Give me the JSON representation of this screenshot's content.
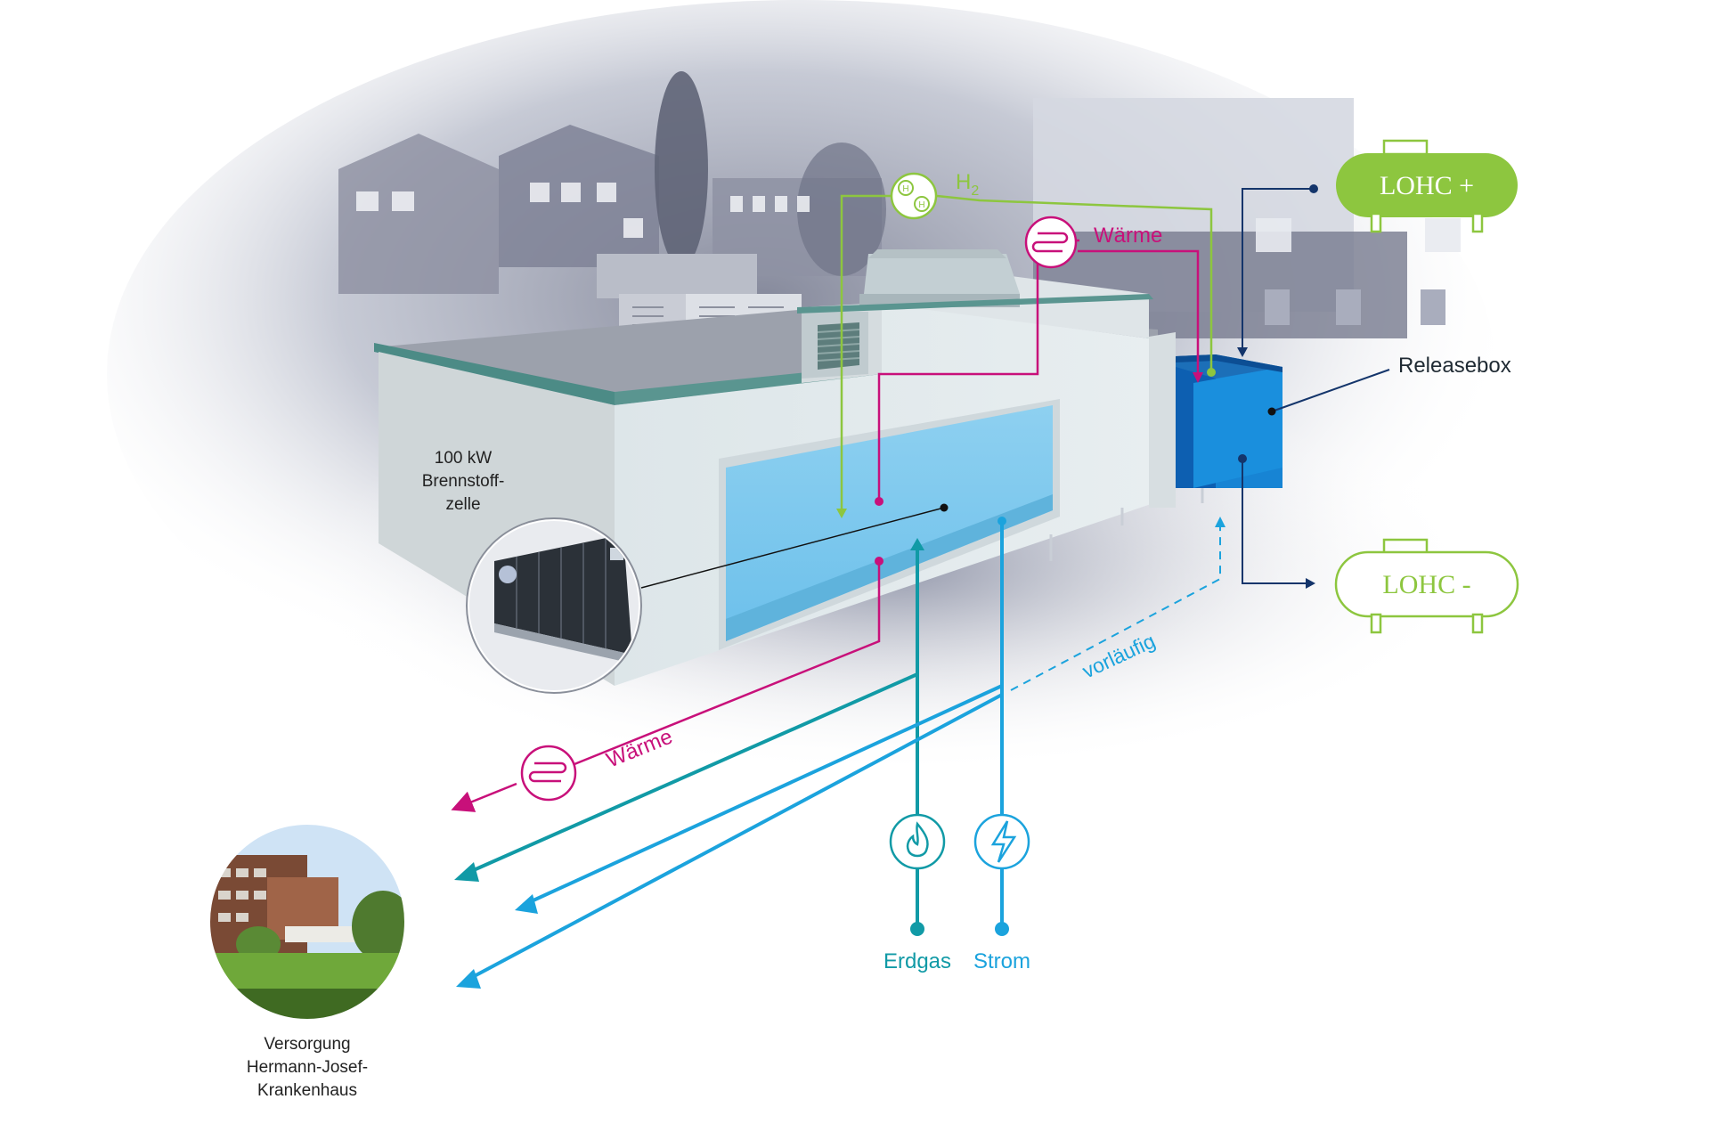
{
  "diagram": {
    "fuel_cell_label": [
      "100 kW",
      "Brennstoff-",
      "zelle"
    ],
    "releasebox_label": "Releasebox",
    "tank_full_label": "LOHC +",
    "tank_empty_label": "LOHC -",
    "h2_label_main": "H",
    "h2_label_sub": "2",
    "heat_label_top": "Wärme",
    "heat_label_bottom": "Wärme",
    "provisional_label": "vorläufig",
    "gas_label": "Erdgas",
    "power_label": "Strom",
    "hospital_caption": [
      "Versorgung",
      "Hermann-Josef-",
      "Krankenhaus"
    ]
  },
  "colors": {
    "h2_green": "#8dc63f",
    "heat_magenta": "#c8107a",
    "gas_teal": "#119aa6",
    "power_blue": "#1ba3dd",
    "box_blue": "#1784d4",
    "navy": "#14356b",
    "lohc_green": "#8dc63f"
  },
  "icons": {
    "h2": "hydrogen-molecule-icon",
    "heat": "heat-coil-icon",
    "gas": "flame-icon",
    "power": "lightning-icon"
  }
}
